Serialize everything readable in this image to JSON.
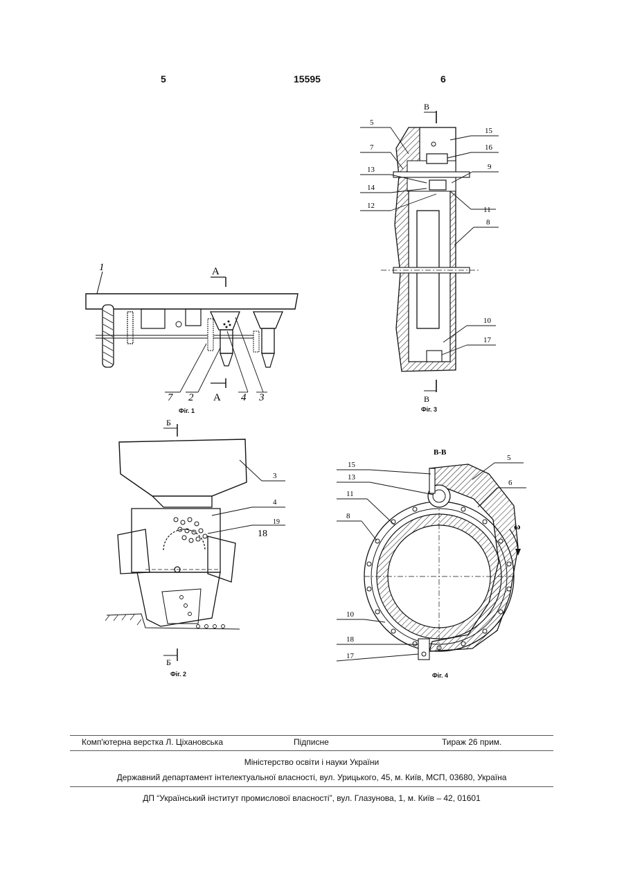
{
  "header": {
    "left": "5",
    "center": "15595",
    "right": "6"
  },
  "figures": {
    "fig1": {
      "caption": "Фіг. 1",
      "section_mark": "A",
      "labels": [
        "1",
        "7",
        "2",
        "4",
        "3"
      ]
    },
    "fig2": {
      "caption": "Фіг. 2",
      "section_mark": "Б",
      "labels": [
        "3",
        "4",
        "19",
        "18"
      ]
    },
    "fig3": {
      "caption": "Фіг. 3",
      "section_mark": "B",
      "labels": [
        "5",
        "7",
        "13",
        "14",
        "12",
        "15",
        "16",
        "9",
        "11",
        "8",
        "10",
        "17"
      ]
    },
    "fig4": {
      "caption": "Фіг. 4",
      "title": "В-В",
      "omega": "ω",
      "labels": [
        "15",
        "13",
        "11",
        "8",
        "10",
        "18",
        "17",
        "5",
        "6"
      ]
    }
  },
  "footer": {
    "layout": "Комп'ютерна верстка Л. Ціхановська",
    "signed": "Підписне",
    "circulation": "Тираж 26 прим.",
    "ministry": "Міністерство освіти і науки України",
    "department": "Державний департамент інтелектуальної власності, вул. Урицького, 45, м. Київ, МСП, 03680, Україна",
    "institute": "ДП “Український інститут промислової власності”, вул. Глазунова, 1, м. Київ – 42, 01601"
  }
}
